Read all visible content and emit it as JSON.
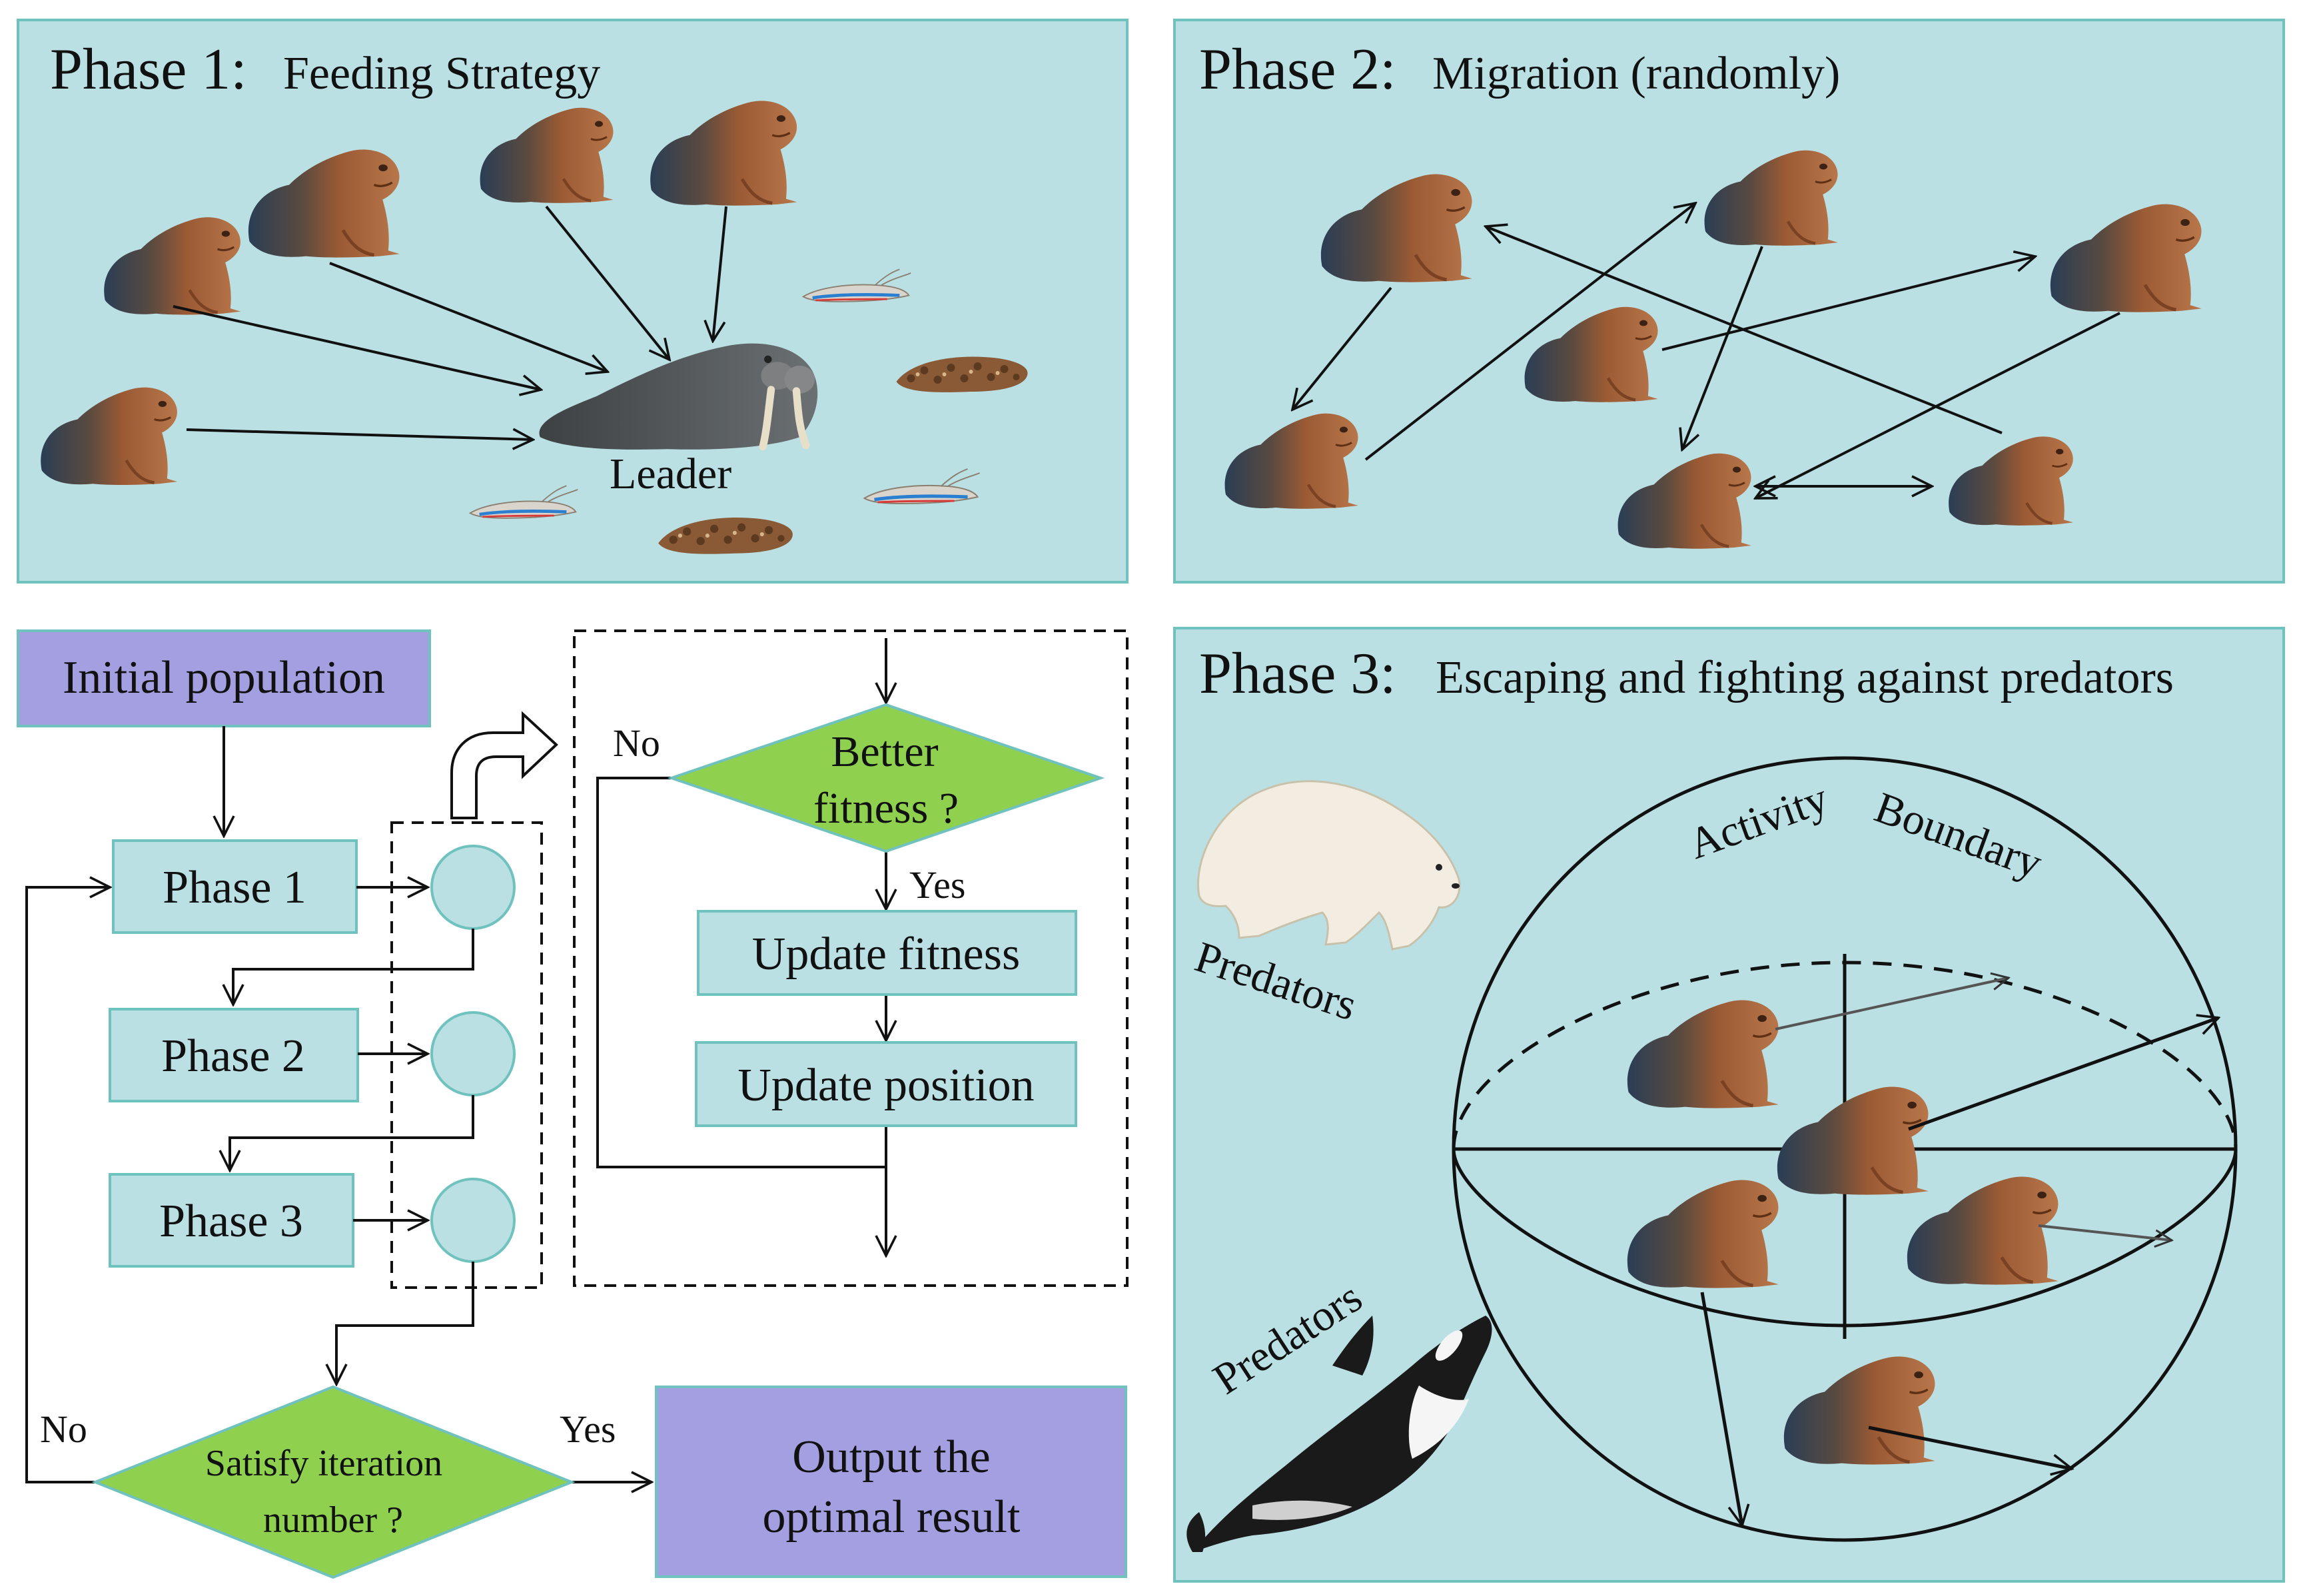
{
  "colors": {
    "panel_fill": "#bbe0e3",
    "panel_border": "#6fc2bd",
    "flow_box_fill": "#bbe0e3",
    "purple_box": "#a39fe0",
    "diamond_green": "#8fd14f",
    "walrus_body": "#9a5a34",
    "walrus_dark": "#2a3e55",
    "leader_gray": "#55595c",
    "bear": "#f2ede0",
    "orca": "#1a1a1a"
  },
  "phase1": {
    "title_phase": "Phase 1:",
    "title_desc": "Feeding Strategy",
    "leader_label": "Leader",
    "walrus_count": 6,
    "food_items": [
      "shrimp-icon",
      "sea-cucumber-icon",
      "shrimp-icon",
      "shrimp-icon",
      "sea-cucumber-icon"
    ]
  },
  "phase2": {
    "title_phase": "Phase 2:",
    "title_desc": "Migration (randomly)",
    "walrus_count": 7
  },
  "phase3": {
    "title_phase": "Phase 3:",
    "title_desc": "Escaping and fighting against predators",
    "boundary_word1": "Activity",
    "boundary_word2": "Boundary",
    "predator_label_bear": "Predators",
    "predator_label_orca": "Predators",
    "walrus_count": 5
  },
  "flowchart": {
    "initial_population": "Initial population",
    "phase1": "Phase 1",
    "phase2": "Phase 2",
    "phase3": "Phase 3",
    "better_fitness_line1": "Better",
    "better_fitness_line2": "fitness ?",
    "no_inner": "No",
    "yes_inner": "Yes",
    "update_fitness": "Update fitness",
    "update_position": "Update position",
    "satisfy_line1": "Satisfy iteration",
    "satisfy_line2": "number ?",
    "no_outer": "No",
    "yes_outer": "Yes",
    "output_line1": "Output the",
    "output_line2": "optimal result"
  }
}
